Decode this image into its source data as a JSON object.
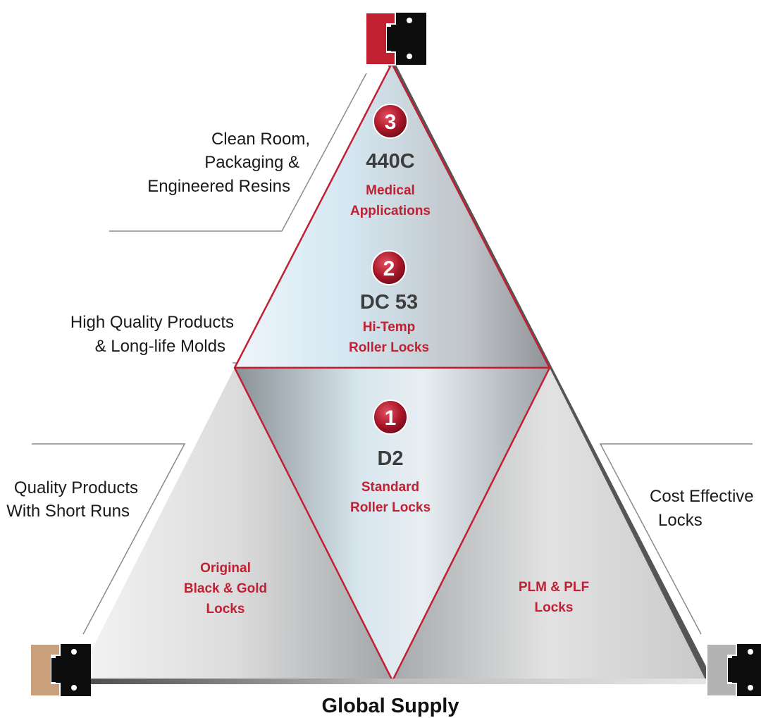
{
  "top_tier": {
    "badge": "3",
    "grade": "440C",
    "app_line1": "Medical",
    "app_line2": "Applications"
  },
  "middle_tier": {
    "badge": "2",
    "grade": "DC 53",
    "app_line1": "Hi-Temp",
    "app_line2": "Roller Locks"
  },
  "center_tier": {
    "badge": "1",
    "grade": "D2",
    "app_line1": "Standard",
    "app_line2": "Roller Locks"
  },
  "left_tier": {
    "line1": "Original",
    "line2": "Black & Gold",
    "line3": "Locks"
  },
  "right_tier": {
    "line1": "PLM & PLF",
    "line2": "Locks"
  },
  "side_labels": {
    "top_left": [
      "Clean Room,",
      "Packaging &",
      "Engineered Resins"
    ],
    "mid_left": [
      "High Quality Products",
      "& Long-life Molds"
    ],
    "low_left": [
      "Quality Products",
      "With Short Runs"
    ],
    "right": [
      "Cost Effective",
      "Locks"
    ]
  },
  "footer": "Global Supply",
  "lock_colors": {
    "top": "#c0202f",
    "bottom_left": "#c9a079",
    "bottom_right": "#b3b3b3",
    "body": "#0d0d0d"
  },
  "accent": "#c02033"
}
